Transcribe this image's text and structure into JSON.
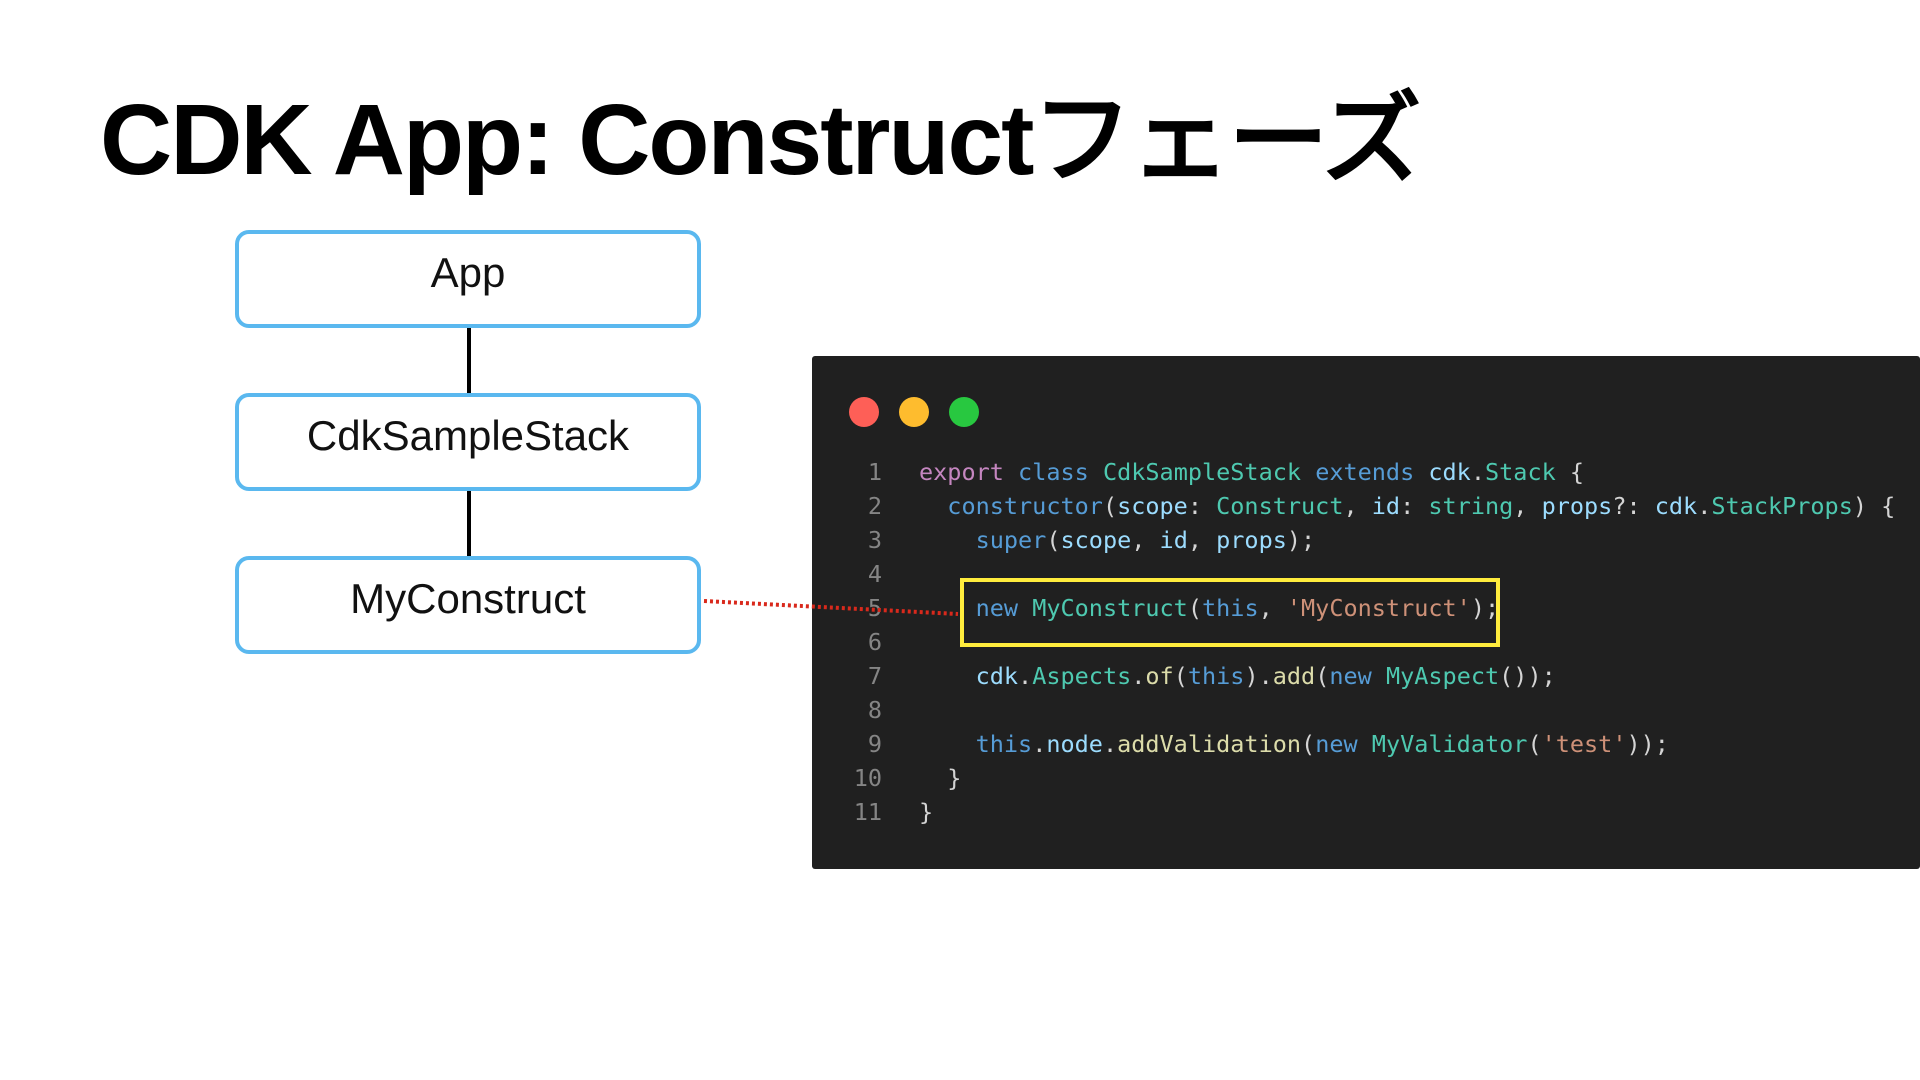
{
  "title": "CDK App: Constructフェーズ",
  "tree": {
    "nodes": [
      "App",
      "CdkSampleStack",
      "MyConstruct"
    ]
  },
  "code_window": {
    "lines": [
      {
        "number": "1",
        "tokens": [
          {
            "t": "export",
            "c": "kw1"
          },
          {
            "t": " "
          },
          {
            "t": "class",
            "c": "kw2"
          },
          {
            "t": " "
          },
          {
            "t": "CdkSampleStack",
            "c": "type"
          },
          {
            "t": " "
          },
          {
            "t": "extends",
            "c": "kw2"
          },
          {
            "t": " "
          },
          {
            "t": "cdk",
            "c": "var"
          },
          {
            "t": "."
          },
          {
            "t": "Stack",
            "c": "type"
          },
          {
            "t": " {"
          }
        ]
      },
      {
        "number": "2",
        "tokens": [
          {
            "t": "  "
          },
          {
            "t": "constructor",
            "c": "kw2"
          },
          {
            "t": "("
          },
          {
            "t": "scope",
            "c": "var"
          },
          {
            "t": ": "
          },
          {
            "t": "Construct",
            "c": "type"
          },
          {
            "t": ", "
          },
          {
            "t": "id",
            "c": "var"
          },
          {
            "t": ": "
          },
          {
            "t": "string",
            "c": "type"
          },
          {
            "t": ", "
          },
          {
            "t": "props",
            "c": "var"
          },
          {
            "t": "?: "
          },
          {
            "t": "cdk",
            "c": "var"
          },
          {
            "t": "."
          },
          {
            "t": "StackProps",
            "c": "type"
          },
          {
            "t": ") {"
          }
        ]
      },
      {
        "number": "3",
        "tokens": [
          {
            "t": "    "
          },
          {
            "t": "super",
            "c": "kw2"
          },
          {
            "t": "("
          },
          {
            "t": "scope",
            "c": "var"
          },
          {
            "t": ", "
          },
          {
            "t": "id",
            "c": "var"
          },
          {
            "t": ", "
          },
          {
            "t": "props",
            "c": "var"
          },
          {
            "t": ");"
          }
        ]
      },
      {
        "number": "4",
        "tokens": []
      },
      {
        "number": "5",
        "tokens": [
          {
            "t": "    "
          },
          {
            "t": "new",
            "c": "kw2"
          },
          {
            "t": " "
          },
          {
            "t": "MyConstruct",
            "c": "type"
          },
          {
            "t": "("
          },
          {
            "t": "this",
            "c": "kw2"
          },
          {
            "t": ", "
          },
          {
            "t": "'MyConstruct'",
            "c": "str"
          },
          {
            "t": ");"
          }
        ]
      },
      {
        "number": "6",
        "tokens": []
      },
      {
        "number": "7",
        "tokens": [
          {
            "t": "    "
          },
          {
            "t": "cdk",
            "c": "var"
          },
          {
            "t": "."
          },
          {
            "t": "Aspects",
            "c": "type"
          },
          {
            "t": "."
          },
          {
            "t": "of",
            "c": "fn"
          },
          {
            "t": "("
          },
          {
            "t": "this",
            "c": "kw2"
          },
          {
            "t": ")."
          },
          {
            "t": "add",
            "c": "fn"
          },
          {
            "t": "("
          },
          {
            "t": "new",
            "c": "kw2"
          },
          {
            "t": " "
          },
          {
            "t": "MyAspect",
            "c": "type"
          },
          {
            "t": "());"
          }
        ]
      },
      {
        "number": "8",
        "tokens": []
      },
      {
        "number": "9",
        "tokens": [
          {
            "t": "    "
          },
          {
            "t": "this",
            "c": "kw2"
          },
          {
            "t": "."
          },
          {
            "t": "node",
            "c": "var"
          },
          {
            "t": "."
          },
          {
            "t": "addValidation",
            "c": "fn"
          },
          {
            "t": "("
          },
          {
            "t": "new",
            "c": "kw2"
          },
          {
            "t": " "
          },
          {
            "t": "MyValidator",
            "c": "type"
          },
          {
            "t": "("
          },
          {
            "t": "'test'",
            "c": "str"
          },
          {
            "t": "));"
          }
        ]
      },
      {
        "number": "10",
        "tokens": [
          {
            "t": "  }"
          }
        ]
      },
      {
        "number": "11",
        "tokens": [
          {
            "t": "}"
          }
        ]
      }
    ],
    "highlighted_line": "5"
  },
  "colors": {
    "box_border": "#5ab8ef",
    "highlight": "#ffec3d",
    "link_dots": "#d9291c",
    "code_background": "#202020"
  }
}
